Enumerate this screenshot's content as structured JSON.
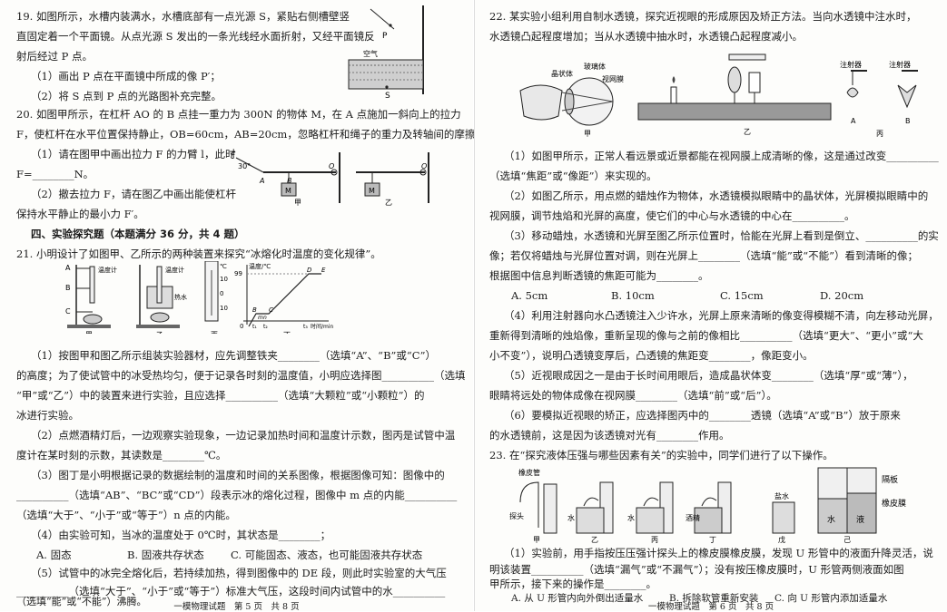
{
  "left": {
    "q19": {
      "l1": "19. 如图所示，水槽内装满水，水槽底部有一点光源 S，紧贴右侧槽壁竖",
      "l2": "直固定着一个平面镜。从点光源 S 发出的一条光线经水面折射，又经平面镜反",
      "l3": "射后经过 P 点。",
      "s1": "（1）画出 P 点在平面镜中所成的像 P′；",
      "s2": "（2）将 S 点到 P 点的光路图补充完整。",
      "fig_labels": {
        "air": "空气",
        "p": "P",
        "s": "S"
      }
    },
    "q20": {
      "l1": "20. 如图甲所示，在杠杆 AO 的 B 点挂一重力为 300N 的物体 M，在 A 点施加一斜向上的拉力",
      "l2": "F，使杠杆在水平位置保持静止，OB=60cm，AB=20cm，忽略杠杆和绳子的重力及转轴间的摩擦。",
      "s1a": "（1）请在图甲中画出拉力 F 的力臂 l，此时",
      "s1b": "F=________N。",
      "s2a": "（2）撤去拉力 F，请在图乙中画出能使杠杆",
      "s2b": "保持水平静止的最小力 F′。",
      "fig_labels": {
        "f": "F",
        "angle": "30°",
        "a": "A",
        "b": "B",
        "o": "O",
        "m": "M",
        "jia": "甲",
        "yi": "乙"
      }
    },
    "section4": "四、实验探究题（本题满分 36 分，共 4 题）",
    "q21": {
      "l1": "21. 小明设计了如图甲、乙所示的两种装置来探究“冰熔化时温度的变化规律”。",
      "fig_labels": {
        "a": "A",
        "b": "B",
        "c": "C",
        "thermometer": "温度计",
        "hotwater": "热水",
        "jia": "甲",
        "yi": "乙",
        "bing": "丙",
        "ding": "丁",
        "deg": "℃",
        "t_axis": "温度/℃",
        "t99": "99",
        "d": "D",
        "e": "E",
        "c2": "C",
        "b2": "B",
        "m": "m",
        "n": "n",
        "zero": "0",
        "t1": "t₁",
        "t2": "t₂",
        "t3": "t₃",
        "time": "时间/min",
        "s10": "10",
        "s0": "0",
        "s10b": "10"
      },
      "s1a": "（1）按图甲和图乙所示组装实验器材，应先调整铁夹________（选填“A”、“B”或“C”）",
      "s1b": "的高度；为了使试管中的冰受热均匀，便于记录各时刻的温度值，小明应选择图__________（选填",
      "s1c": "“甲”或“乙”）中的装置来进行实验，且应选择__________（选填“大颗粒”或“小颗粒”）的",
      "s1d": "冰进行实验。",
      "s2a": "（2）点燃酒精灯后，一边观察实验现象，一边记录加热时间和温度计示数，图丙是试管中温",
      "s2b": "度计在某时刻的示数，其读数是________℃。",
      "s3a": "（3）图丁是小明根据记录的数据绘制的温度和时间的关系图像，根据图像可知：图像中的",
      "s3b": "__________（选填“AB”、“BC”或“CD”）段表示冰的熔化过程，图像中 m 点的内能__________",
      "s3c": "（选填“大于”、“小于”或“等于”）n 点的内能。",
      "s4": "（4）由实验可知，当冰的温度处于 0℃时，其状态是________；",
      "opt_a": "A. 固态",
      "opt_b": "B. 固液共存状态",
      "opt_c": "C. 可能固态、液态，也可能固液共存状态",
      "s5a": "（5）试管中的冰完全熔化后，若持续加热，得到图像中的 DE 段，则此时实验室的大气压",
      "s5b": "__________（选填“大于”、“小于”或“等于”）标准大气压，这段时间内试管中的水__________",
      "s5c": "（选填“能”或“不能”）沸腾。"
    },
    "footer": "一模物理试题　第 5 页　共 8 页"
  },
  "right": {
    "q22": {
      "l1": "22. 某实验小组利用自制水透镜，探究近视眼的形成原因及矫正方法。当向水透镜中注水时，",
      "l2": "水透镜凸起程度增加；当从水透镜中抽水时，水透镜凸起程度减小。",
      "fig_labels": {
        "lens": "晶状体",
        "vitreous": "玻璃体",
        "retina": "视网膜",
        "syringe1": "注射器",
        "syringe2": "注射器",
        "jia": "甲",
        "yi": "乙",
        "bing": "丙",
        "a": "A",
        "b": "B"
      },
      "s1a": "（1）如图甲所示，正常人看远景或近景都能在视网膜上成清晰的像，这是通过改变__________",
      "s1b": "（选填“焦距”或“像距”）来实现的。",
      "s2a": "（2）如图乙所示，用点燃的蜡烛作为物体，水透镜模拟眼睛中的晶状体，光屏模拟眼睛中的",
      "s2b": "视网膜，调节烛焰和光屏的高度，使它们的中心与水透镜的中心在__________。",
      "s3a": "（3）移动蜡烛，水透镜和光屏至图乙所示位置时，恰能在光屏上看到是倒立、__________的实",
      "s3b": "像；若仅将蜡烛与光屏位置对调，则在光屏上________（选填“能”或“不能”）看到清晰的像；",
      "s3c": "根据图中信息判断透镜的焦距可能为________。",
      "opt_a": "A. 5cm",
      "opt_b": "B. 10cm",
      "opt_c": "C. 15cm",
      "opt_d": "D. 20cm",
      "s4a": "（4）利用注射器向水凸透镜注入少许水，光屏上原来清晰的像变得模糊不清，向左移动光屏，",
      "s4b": "重新得到清晰的烛焰像，重新呈现的像与之前的像相比__________（选填“更大”、“更小”或“大",
      "s4c": "小不变”），说明凸透镜变厚后，凸透镜的焦距变________，像距变小。",
      "s5a": "（5）近视眼成因之一是由于长时间用眼后，造成晶状体变________（选填“厚”或“薄”），",
      "s5b": "眼睛将远处的物体成像在视网膜________（选填“前”或“后”）。",
      "s6a": "（6）要模拟近视眼的矫正，应选择图丙中的________透镜（选填“A”或“B”）放于原来",
      "s6b": "的水透镜前，这是因为该透镜对光有________作用。"
    },
    "q23": {
      "l1": "23. 在“探究液体压强与哪些因素有关”的实验中，同学们进行了以下操作。",
      "fig_labels": {
        "membrane": "橡皮管",
        "probe": "探头",
        "water": "水",
        "alcohol": "酒精",
        "salt": "盐水",
        "partition": "隔板",
        "rubber": "橡皮膜",
        "w2": "水",
        "liquid": "液",
        "jia": "甲",
        "yi": "乙",
        "bing": "丙",
        "ding": "丁",
        "wu": "戊",
        "ji": "己"
      },
      "s1a": "（1）实验前，用手指按压压强计探头上的橡皮膜橡皮膜，发现 U 形管中的液面升降灵活，说",
      "s1b": "明该装置__________（选填“漏气”或“不漏气”）；没有按压橡皮膜时，U 形管两侧液面如图",
      "s1c": "甲所示，接下来的操作是________。",
      "opt_a": "A. 从 U 形管内向外倒出适量水",
      "opt_b": "B. 拆除软管重新安装",
      "opt_c": "C. 向 U 形管内添加适量水"
    },
    "footer": "一模物理试题　第 6 页　共 8 页"
  }
}
